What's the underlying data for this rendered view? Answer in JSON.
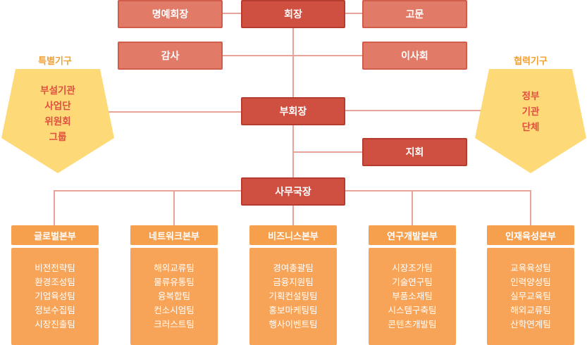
{
  "top": {
    "honorary_chairman": "명예회장",
    "chairman": "회장",
    "advisor": "고문",
    "auditor": "감사",
    "board": "이사회",
    "vice_chairman": "부회장",
    "branch": "지회",
    "secretary_general": "사무국장"
  },
  "special_org": {
    "label": "특별기구",
    "items": [
      "부설기관",
      "사업단",
      "위원회",
      "그룹"
    ]
  },
  "coop_org": {
    "label": "협력기구",
    "items": [
      "정부",
      "기관",
      "단체"
    ]
  },
  "departments": [
    {
      "name": "글로벌본부",
      "teams": [
        "비전전략팀",
        "환경조성팀",
        "기업육성팀",
        "정보수집팀",
        "시장진출팀"
      ]
    },
    {
      "name": "네트워크본부",
      "teams": [
        "해외교류팀",
        "물류유통팀",
        "융복합팀",
        "컨소시엄팀",
        "크러스트팀"
      ]
    },
    {
      "name": "비즈니스본부",
      "teams": [
        "경여총괄팀",
        "금융지원팀",
        "기획컨설팅팀",
        "홍보마케팅팀",
        "행사이벤트팀"
      ]
    },
    {
      "name": "연구개발본부",
      "teams": [
        "시장조가팀",
        "기술연구팀",
        "부품소재팀",
        "시스템구축팀",
        "콘텐츠개발팀"
      ]
    },
    {
      "name": "인재육성본부",
      "teams": [
        "교육육성팀",
        "인력양성팀",
        "실무교육팀",
        "해외교류팀",
        "산학연계팀"
      ]
    }
  ],
  "colors": {
    "chairman": "#cf5040",
    "secondary": "#e27a68",
    "department": "#f6a04e",
    "wing": "#fdd977",
    "wing_text": "#e05040",
    "wing_label": "#f0a034"
  }
}
